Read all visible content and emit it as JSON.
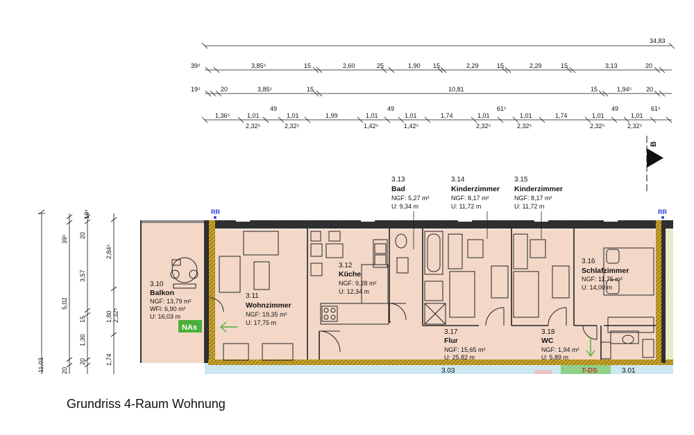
{
  "caption": "Grundriss 4-Raum Wohnung",
  "markers": {
    "rr_left": "RR",
    "rr_right": "RR",
    "section": "B",
    "nas": "NAs",
    "tds": "T-DS"
  },
  "dims": {
    "overall": "34,83",
    "row2": [
      "39⁵",
      "3,85⁵",
      "15",
      "2,60",
      "25",
      "1,90",
      "15",
      "2,29",
      "15",
      "2,29",
      "15",
      "3,13",
      "20"
    ],
    "row3": [
      "19⁵",
      "20",
      "3,85⁵",
      "15",
      "10,81",
      "15",
      "1,94⁵",
      "20"
    ],
    "row4_top": [
      "1,36⁵",
      "1,01",
      "49",
      "1,01",
      "1,99",
      "1,01",
      "49",
      "1,01",
      "1,74",
      "1,01",
      "61⁵",
      "1,01",
      "1,74",
      "1,01",
      "49",
      "1,01",
      "61⁵"
    ],
    "row4_bottom": [
      "2,32⁵",
      "2,32⁵",
      "1,42⁵",
      "1,42⁵",
      "2,32⁵",
      "2,32⁵",
      "2,32⁵",
      "2,32⁵"
    ],
    "v1": [
      "11,03"
    ],
    "v2": [
      "39⁵",
      "5,02",
      "20"
    ],
    "v3": [
      "20",
      "19⁵",
      "3,57",
      "15",
      "1,30",
      "20"
    ],
    "v4": [
      "2,84⁵",
      "1,80",
      "2,32⁵",
      "1,74"
    ]
  },
  "rooms": [
    {
      "no": "3.10",
      "name": "Balkon",
      "lines": [
        "NGF: 13,79 m²",
        "WFl:  6,90 m²",
        "U:     16,03 m"
      ]
    },
    {
      "no": "3.11",
      "name": "Wohnzimmer",
      "lines": [
        "NGF:  19,35 m²",
        "U:      17,75 m"
      ]
    },
    {
      "no": "3.12",
      "name": "Küche",
      "lines": [
        "NGF: 9,28 m²",
        "U:    12,34 m"
      ]
    },
    {
      "no": "3.13",
      "name": "Bad",
      "lines": [
        "NGF: 5,27 m²",
        "U:     9,34 m"
      ]
    },
    {
      "no": "3.14",
      "name": "Kinderzimmer",
      "lines": [
        "NGF:    8,17 m²",
        "U:      11,72 m"
      ]
    },
    {
      "no": "3.15",
      "name": "Kinderzimmer",
      "lines": [
        "NGF:    8,17 m²",
        "U:      11,72 m"
      ]
    },
    {
      "no": "3.16",
      "name": "Schlafzimmer",
      "lines": [
        "NGF:  11,75 m²",
        "U:     14,00 m"
      ]
    },
    {
      "no": "3.17",
      "name": "Flur",
      "lines": [
        "NGF: 15,65 m²",
        "U:    25,82 m"
      ]
    },
    {
      "no": "3.18",
      "name": "WC",
      "lines": [
        "NGF: 1,94 m²",
        "U:     5,89 m"
      ]
    }
  ],
  "below": [
    "3.03",
    "3.01"
  ],
  "colors": {
    "room_fill": "#f3d8c8",
    "wall": "#1a1a1a",
    "insulation": "#c9a227",
    "nas_green": "#4caf3a",
    "rr_blue": "#2d3bd6"
  }
}
